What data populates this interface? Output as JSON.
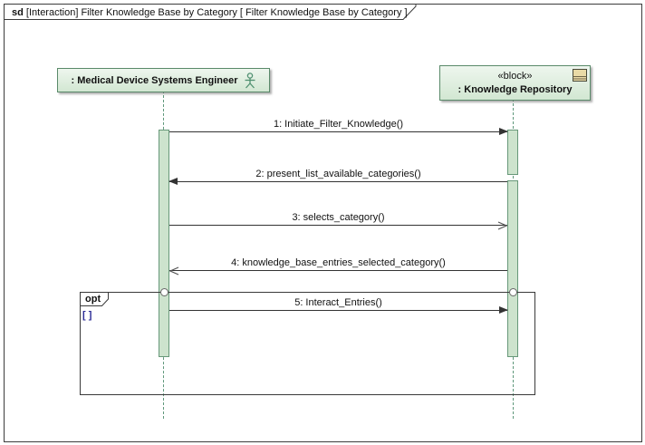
{
  "frame": {
    "keyword": "sd",
    "title": "[Interaction] Filter Knowledge Base by Category [ Filter Knowledge Base by Category ]"
  },
  "lifelines": [
    {
      "name": ": Medical Device Systems Engineer",
      "icon": "actor-icon"
    },
    {
      "name": ": Knowledge Repository",
      "stereotype": "«block»",
      "icon": "block-icon"
    }
  ],
  "messages": [
    {
      "label": "1: Initiate_Filter_Knowledge()",
      "direction": "right",
      "arrow": "filled"
    },
    {
      "label": "2: present_list_available_categories()",
      "direction": "left",
      "arrow": "filled"
    },
    {
      "label": "3: selects_category()",
      "direction": "right",
      "arrow": "open"
    },
    {
      "label": "4: knowledge_base_entries_selected_category()",
      "direction": "left",
      "arrow": "open"
    },
    {
      "label": "5: Interact_Entries()",
      "direction": "right",
      "arrow": "filled"
    }
  ],
  "fragment": {
    "operator": "opt",
    "guard": "[ ]"
  },
  "colors": {
    "head_fill": "#d2e7d2",
    "head_border": "#5a8a6a",
    "activation_fill": "#cde3cd",
    "activation_border": "#679879",
    "lifeline_dash": "#5f987b",
    "frame_border": "#3c3c3c",
    "message_line": "#333333",
    "guard_text": "#2b2b96",
    "block_icon_fill": "#e9daa6"
  }
}
